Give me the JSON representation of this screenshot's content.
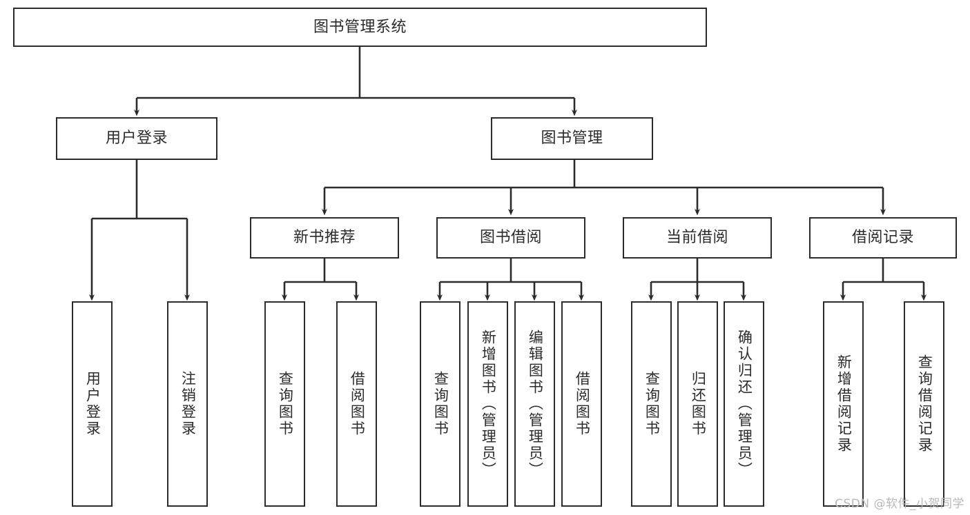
{
  "diagram": {
    "type": "tree-hierarchy",
    "title": "图书管理系统",
    "watermark": "CSDN @软件_小贺同学",
    "colors": {
      "stroke": "#2b2b2b",
      "fill": "#ffffff",
      "text": "#2b2b2b",
      "watermark": "#b9b9b9"
    },
    "levels": [
      {
        "level": 1,
        "nodes": [
          {
            "id": "root",
            "label": "图书管理系统",
            "orientation": "horizontal"
          }
        ]
      },
      {
        "level": 2,
        "nodes": [
          {
            "id": "user-login",
            "label": "用户登录",
            "orientation": "horizontal"
          },
          {
            "id": "book-manage",
            "label": "图书管理",
            "orientation": "horizontal"
          }
        ]
      },
      {
        "level": 3,
        "nodes": [
          {
            "id": "new-book-rec",
            "label": "新书推荐",
            "orientation": "horizontal"
          },
          {
            "id": "book-borrow",
            "label": "图书借阅",
            "orientation": "horizontal"
          },
          {
            "id": "current-borrow",
            "label": "当前借阅",
            "orientation": "horizontal"
          },
          {
            "id": "borrow-record",
            "label": "借阅记录",
            "orientation": "horizontal"
          }
        ]
      },
      {
        "level": 4,
        "nodes": [
          {
            "id": "leaf-user-login",
            "label": "用户登录",
            "orientation": "vertical",
            "parent": "user-login"
          },
          {
            "id": "leaf-logout",
            "label": "注销登录",
            "orientation": "vertical",
            "parent": "user-login"
          },
          {
            "id": "leaf-query-book-1",
            "label": "查询图书",
            "orientation": "vertical",
            "parent": "new-book-rec"
          },
          {
            "id": "leaf-borrow-book-1",
            "label": "借阅图书",
            "orientation": "vertical",
            "parent": "new-book-rec"
          },
          {
            "id": "leaf-query-book-2",
            "label": "查询图书",
            "orientation": "vertical",
            "parent": "book-borrow"
          },
          {
            "id": "leaf-add-book",
            "label": "新增图书（管理员）",
            "orientation": "vertical",
            "parent": "book-borrow"
          },
          {
            "id": "leaf-edit-book",
            "label": "编辑图书（管理员）",
            "orientation": "vertical",
            "parent": "book-borrow"
          },
          {
            "id": "leaf-borrow-book-2",
            "label": "借阅图书",
            "orientation": "vertical",
            "parent": "book-borrow"
          },
          {
            "id": "leaf-query-book-3",
            "label": "查询图书",
            "orientation": "vertical",
            "parent": "current-borrow"
          },
          {
            "id": "leaf-return-book",
            "label": "归还图书",
            "orientation": "vertical",
            "parent": "current-borrow"
          },
          {
            "id": "leaf-confirm-return",
            "label": "确认归还（管理员）",
            "orientation": "vertical",
            "parent": "current-borrow"
          },
          {
            "id": "leaf-add-record",
            "label": "新增借阅记录",
            "orientation": "vertical",
            "parent": "borrow-record"
          },
          {
            "id": "leaf-query-record",
            "label": "查询借阅记录",
            "orientation": "vertical",
            "parent": "borrow-record"
          }
        ]
      }
    ]
  }
}
